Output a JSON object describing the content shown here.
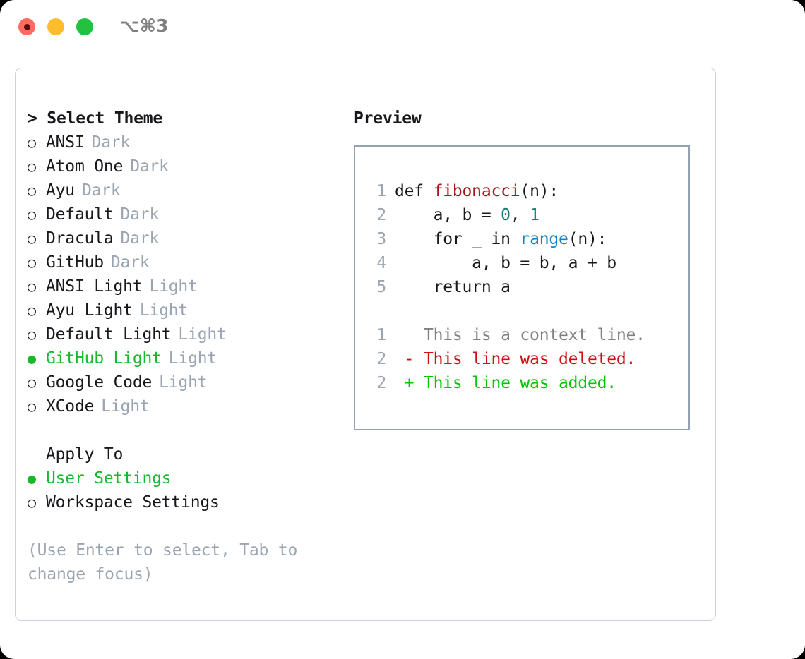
{
  "titlebar": {
    "shortcut": "⌥⌘3",
    "lights": [
      {
        "name": "close",
        "color": "#ff6b5e"
      },
      {
        "name": "minimize",
        "color": "#ffbd2e"
      },
      {
        "name": "zoom",
        "color": "#23c13f"
      }
    ]
  },
  "theme_picker": {
    "heading": "> Select Theme",
    "items": [
      {
        "marker": "○",
        "label": "ANSI",
        "tag": "Dark",
        "selected": false
      },
      {
        "marker": "○",
        "label": "Atom One",
        "tag": "Dark",
        "selected": false
      },
      {
        "marker": "○",
        "label": "Ayu",
        "tag": "Dark",
        "selected": false
      },
      {
        "marker": "○",
        "label": "Default",
        "tag": "Dark",
        "selected": false
      },
      {
        "marker": "○",
        "label": "Dracula",
        "tag": "Dark",
        "selected": false
      },
      {
        "marker": "○",
        "label": "GitHub",
        "tag": "Dark",
        "selected": false
      },
      {
        "marker": "○",
        "label": "ANSI Light",
        "tag": "Light",
        "selected": false
      },
      {
        "marker": "○",
        "label": "Ayu Light",
        "tag": "Light",
        "selected": false
      },
      {
        "marker": "○",
        "label": "Default Light",
        "tag": "Light",
        "selected": false
      },
      {
        "marker": "●",
        "label": "GitHub Light",
        "tag": "Light",
        "selected": true
      },
      {
        "marker": "○",
        "label": "Google Code",
        "tag": "Light",
        "selected": false
      },
      {
        "marker": "○",
        "label": "XCode",
        "tag": "Light",
        "selected": false
      }
    ]
  },
  "apply_to": {
    "heading": "Apply To",
    "items": [
      {
        "marker": "●",
        "label": "User Settings",
        "selected": true
      },
      {
        "marker": "○",
        "label": "Workspace Settings",
        "selected": false
      }
    ]
  },
  "hint": "(Use Enter to select, Tab to change focus)",
  "preview": {
    "title": "Preview",
    "code_lines": [
      {
        "no": "1",
        "indent": "",
        "segments": [
          {
            "text": "def ",
            "style": "plain"
          },
          {
            "text": "fibonacci",
            "style": "fn"
          },
          {
            "text": "(n):",
            "style": "plain"
          }
        ]
      },
      {
        "no": "2",
        "indent": "",
        "segments": [
          {
            "text": "    a, b = ",
            "style": "plain"
          },
          {
            "text": "0",
            "style": "num"
          },
          {
            "text": ", ",
            "style": "plain"
          },
          {
            "text": "1",
            "style": "num"
          }
        ]
      },
      {
        "no": "3",
        "indent": "",
        "segments": [
          {
            "text": "    for _ in ",
            "style": "plain"
          },
          {
            "text": "range",
            "style": "call"
          },
          {
            "text": "(n):",
            "style": "plain"
          }
        ]
      },
      {
        "no": "4",
        "indent": "",
        "segments": [
          {
            "text": "        a, b = b, a + b",
            "style": "plain"
          }
        ]
      },
      {
        "no": "5",
        "indent": "",
        "segments": [
          {
            "text": "    return a",
            "style": "plain"
          }
        ]
      }
    ],
    "diff_lines": [
      {
        "no": "1",
        "text": "   This is a context line.",
        "style": "ctx"
      },
      {
        "no": "2",
        "text": " - This line was deleted.",
        "style": "del"
      },
      {
        "no": "2",
        "text": " + This line was added.",
        "style": "add"
      }
    ]
  },
  "colors": {
    "accent_green": "#18b82e",
    "muted": "#9aa5b1",
    "text": "#16181c",
    "diff_add": "#00c400",
    "diff_del": "#cc1111",
    "fn": "#a4161a",
    "num": "#0f7b78",
    "call": "#1581c4",
    "panel_border": "#ccd3dc",
    "preview_border": "#94a3b4"
  }
}
